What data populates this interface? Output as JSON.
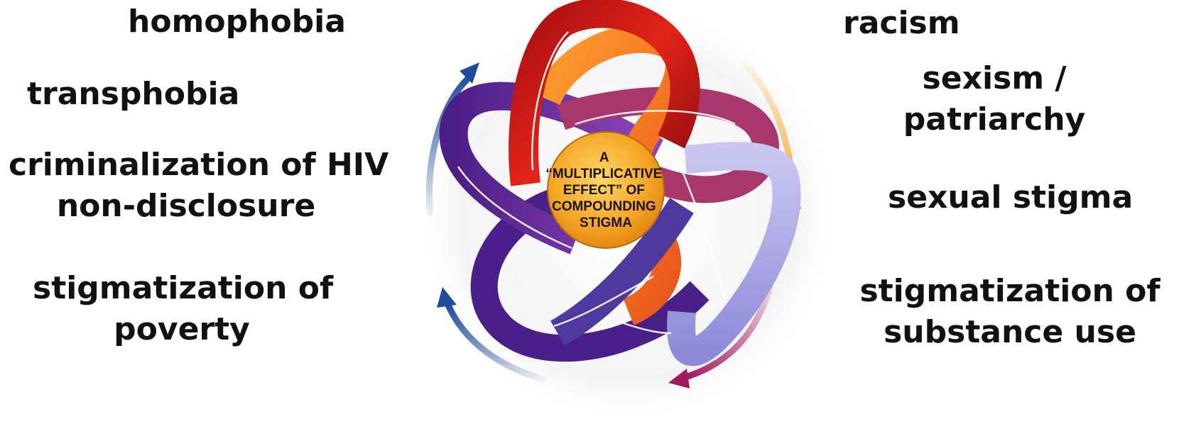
{
  "left_labels": {
    "homophobia": "homophobia",
    "transphobia": "transphobia",
    "criminalization_line1": "criminalization of HIV",
    "criminalization_line2": "non-disclosure",
    "poverty_line1": "stigmatization of",
    "poverty_line2": "poverty"
  },
  "right_labels": {
    "racism": "racism",
    "sexism_line1": "sexism /",
    "sexism_line2": "patriarchy",
    "sexual_stigma": "sexual stigma",
    "substance_line1": "stigmatization of",
    "substance_line2": "substance use"
  },
  "center": {
    "line1": "A",
    "line2": "“MULTIPLICATIVE",
    "line3": "EFFECT” OF",
    "line4": "COMPOUNDING",
    "line5": "STIGMA"
  },
  "colors": {
    "red_band": "#c8160f",
    "orange_band": "#f58a1f",
    "magenta_band": "#a8386b",
    "purple_band": "#6a2c9a",
    "deep_purple_band": "#4a1f8a",
    "lavender_band": "#a9a6e6",
    "center_fill": "#f7b12b",
    "blue_arrow": "#1e4b9c",
    "orange_arrow": "#f5a623",
    "magenta_arrow": "#a3185c"
  },
  "icons": [
    "circular-arrow-icon"
  ]
}
